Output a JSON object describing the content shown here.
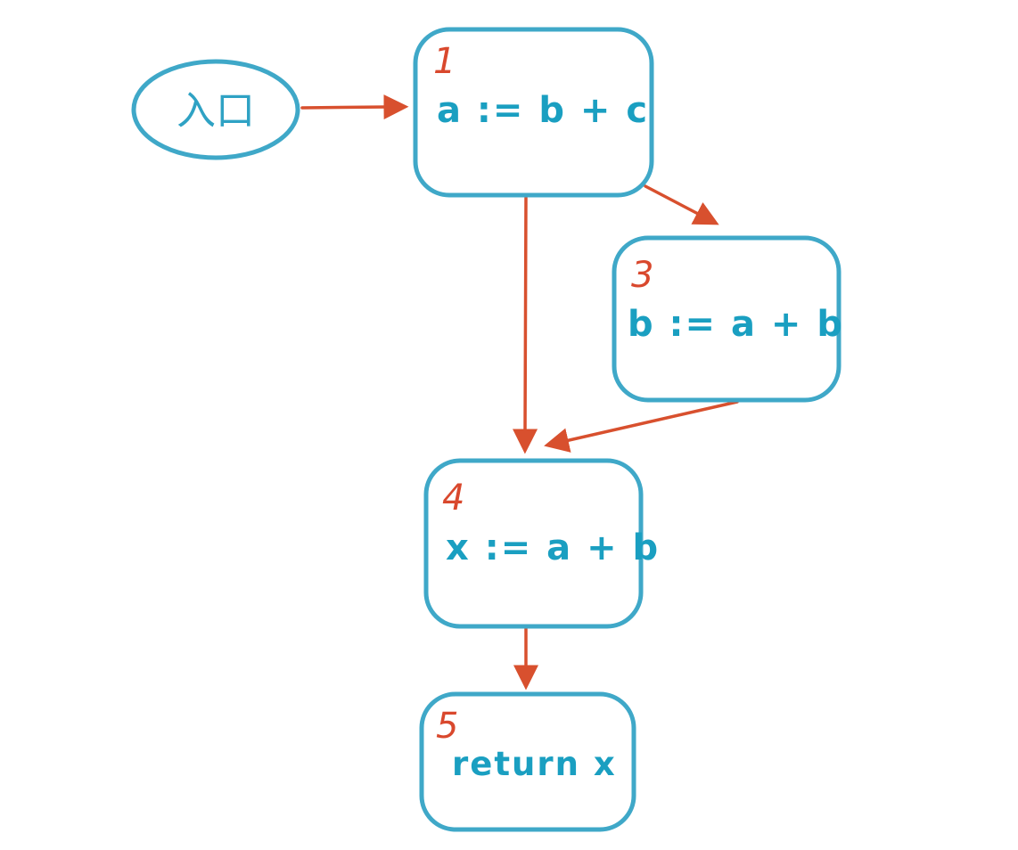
{
  "colors": {
    "node_stroke": "#3FA8C8",
    "node_text": "#1A9FC1",
    "edge": "#D8502E",
    "number_text": "#D9482D",
    "background": "#FFFFFF"
  },
  "diagram": {
    "entry": {
      "label": "入口"
    },
    "nodes": [
      {
        "id": "1",
        "number": "1",
        "label": "a := b + c"
      },
      {
        "id": "3",
        "number": "3",
        "label": "b := a + b"
      },
      {
        "id": "4",
        "number": "4",
        "label": "x := a + b"
      },
      {
        "id": "5",
        "number": "5",
        "label": "return x"
      }
    ],
    "edges": [
      {
        "from": "entry",
        "to": "1"
      },
      {
        "from": "1",
        "to": "3"
      },
      {
        "from": "1",
        "to": "4"
      },
      {
        "from": "3",
        "to": "4"
      },
      {
        "from": "4",
        "to": "5"
      }
    ]
  }
}
